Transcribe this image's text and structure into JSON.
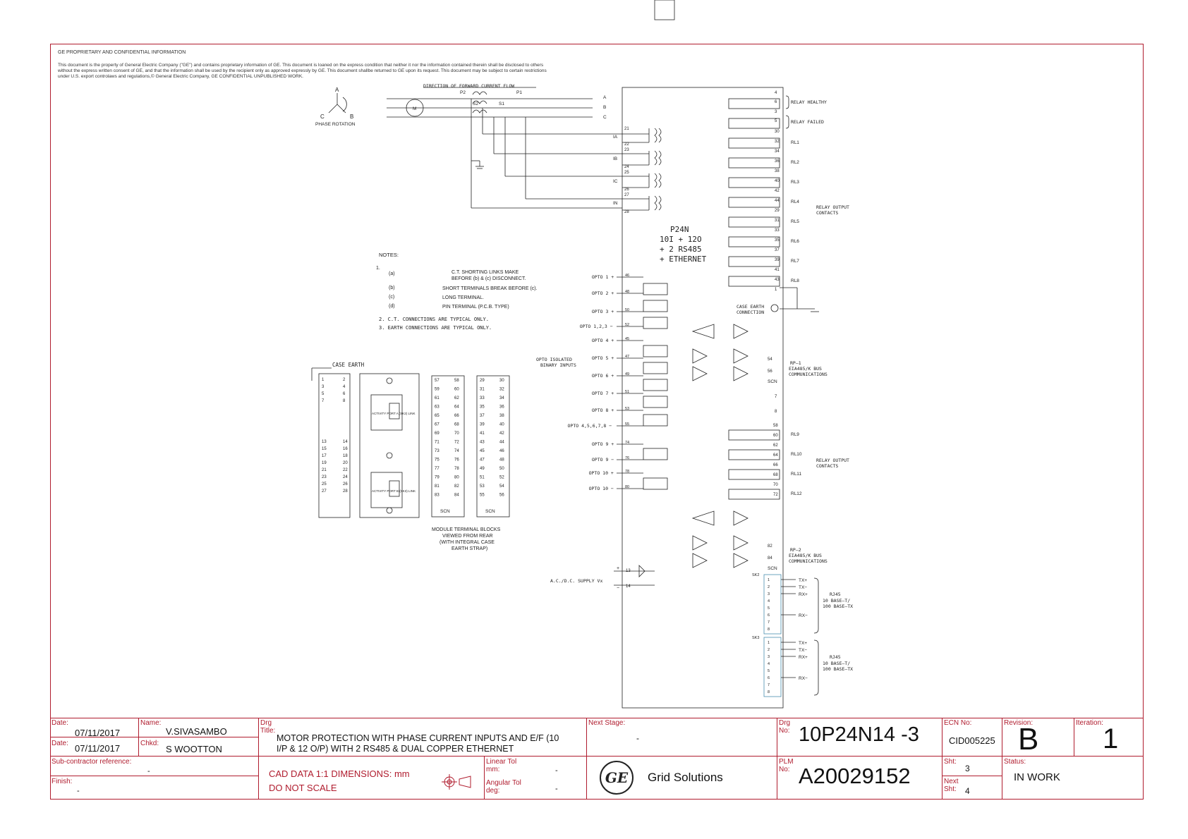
{
  "header": {
    "proprietary_title": "GE PROPRIETARY AND CONFIDENTIAL INFORMATION",
    "proprietary_line1": "This document is the property of General Electric Company (\"GE\") and contains proprietary information of GE. This document is loaned on the express condition that neither it nor the information contained therein shall be disclosed to others",
    "proprietary_line2": "without the express written consent of GE, and that the information shall be used by the recipient only as approved expressly by GE. This document shallbe returned to GE upon its request. This document may be subject to certain restrictions",
    "proprietary_line3": "under U.S. export controlaws and regulations,© General Electric Company, GE CONFIDENTIAL UNPUBLISHED WORK."
  },
  "phase": {
    "a": "A",
    "b": "B",
    "c": "C",
    "label": "PHASE ROTATION"
  },
  "line": {
    "direction": "DIRECTION  OF  FORWARD  CURRENT  FLOW",
    "motor": "M",
    "p1": "P1",
    "p2": "P2",
    "s1": "S1",
    "s2": "S2",
    "phase_a": "A",
    "phase_b": "B",
    "phase_c": "C"
  },
  "ct_inputs": {
    "labels": [
      "IA",
      "IB",
      "IC",
      "IN"
    ],
    "terminals": [
      "21",
      "22",
      "23",
      "24",
      "25",
      "26",
      "27",
      "28"
    ]
  },
  "device": {
    "name": "P24N",
    "line1": "10I  +  12O",
    "line2": "+  2  RS485",
    "line3": "+  ETHERNET"
  },
  "notes": {
    "title": "NOTES:",
    "n1": "1.",
    "a_tag": "(a)",
    "a_text1": "C.T. SHORTING LINKS MAKE",
    "a_text2": "BEFORE (b) & (c) DISCONNECT.",
    "b_tag": "(b)",
    "b_text": "SHORT TERMINALS BREAK BEFORE (c).",
    "c_tag": "(c)",
    "c_text": "LONG TERMINAL.",
    "d_tag": "(d)",
    "d_text": "PIN TERMINAL (P.C.B. TYPE)",
    "n2": "2.  C.T.  CONNECTIONS  ARE  TYPICAL  ONLY.",
    "n3": "3.  EARTH  CONNECTIONS  ARE  TYPICAL  ONLY."
  },
  "relays": {
    "healthy": "RELAY  HEALTHY",
    "failed": "RELAY  FAILED",
    "rl": [
      "RL1",
      "RL2",
      "RL3",
      "RL4",
      "RL5",
      "RL6",
      "RL7",
      "RL8"
    ],
    "rl2": [
      "RL9",
      "RL10",
      "RL11",
      "RL12"
    ],
    "output_label1": "RELAY  OUTPUT",
    "output_label2": "CONTACTS",
    "terminals_top": [
      "4",
      "6",
      "3",
      "5",
      "30",
      "32",
      "34",
      "36",
      "38",
      "40",
      "42",
      "44",
      "29",
      "31",
      "33",
      "35",
      "37",
      "39",
      "41",
      "43",
      "1"
    ],
    "terminals_bot": [
      "58",
      "60",
      "62",
      "64",
      "66",
      "68",
      "70",
      "72"
    ]
  },
  "case_earth_conn": {
    "l1": "CASE  EARTH",
    "l2": "CONNECTION"
  },
  "optos": {
    "labels": [
      "OPTO  1",
      "OPTO  2",
      "OPTO  3",
      "OPTO  1,2,3",
      "OPTO  4",
      "OPTO  5",
      "OPTO  6",
      "OPTO  7",
      "OPTO  8",
      "OPTO  4,5,6,7,8",
      "OPTO  9",
      "OPTO  9",
      "OPTO  10",
      "OPTO  10"
    ],
    "signs": [
      "+",
      "+",
      "+",
      "−",
      "+",
      "+",
      "+",
      "+",
      "+",
      "−",
      "+",
      "−",
      "+",
      "−"
    ],
    "terminals": [
      "46",
      "48",
      "50",
      "52",
      "45",
      "47",
      "49",
      "51",
      "53",
      "55",
      "74",
      "76",
      "78",
      "80"
    ],
    "isolated1": "OPTO  ISOLATED",
    "isolated2": "BINARY  INPUTS"
  },
  "rp1": {
    "t1": "54",
    "t2": "56",
    "scn": "SCN",
    "name": "RP—1",
    "bus": "EIA485/K  BUS",
    "comm": "COMMUNICATIONS",
    "t7": "7",
    "t8": "8"
  },
  "rp2": {
    "t1": "82",
    "t2": "84",
    "scn": "SCN",
    "name": "RP—2",
    "bus": "EIA485/K  BUS",
    "comm": "COMMUNICATIONS"
  },
  "supply": {
    "label": "A.C./D.C.  SUPPLY  Vx",
    "t1": "13",
    "t2": "14",
    "plus": "+",
    "minus": "−"
  },
  "ethernet": {
    "sk2": "SK2",
    "sk3": "SK3",
    "pins": [
      "1",
      "2",
      "3",
      "4",
      "5",
      "6",
      "7",
      "8"
    ],
    "tx_plus": "TX+",
    "tx_minus": "TX−",
    "rx_plus": "RX+",
    "rx_minus": "RX−",
    "rj45": "RJ45",
    "base1": "10  BASE—T/",
    "base2": "100  BASE—TX"
  },
  "terminal_blocks": {
    "case_earth": "CASE  EARTH",
    "left_col": [
      "1",
      "2",
      "3",
      "4",
      "5",
      "6",
      "7",
      "8",
      "13",
      "14",
      "15",
      "16",
      "17",
      "18",
      "19",
      "20",
      "21",
      "22",
      "23",
      "24",
      "25",
      "26",
      "27",
      "28"
    ],
    "mid_col": [
      "57",
      "58",
      "59",
      "60",
      "61",
      "62",
      "63",
      "64",
      "65",
      "66",
      "67",
      "68",
      "69",
      "70",
      "71",
      "72",
      "73",
      "74",
      "75",
      "76",
      "77",
      "78",
      "79",
      "80",
      "81",
      "82",
      "83",
      "84"
    ],
    "right_col": [
      "29",
      "30",
      "31",
      "32",
      "33",
      "34",
      "35",
      "36",
      "37",
      "38",
      "39",
      "40",
      "41",
      "42",
      "43",
      "44",
      "45",
      "46",
      "47",
      "48",
      "49",
      "50",
      "51",
      "52",
      "53",
      "54",
      "55",
      "56"
    ],
    "scn": "SCN",
    "port_a": "ACTIVITY PORT A (SK2) LINK",
    "port_b": "ACTIVITY PORT B (SK3) LINK",
    "caption1": "MODULE TERMINAL BLOCKS",
    "caption2": "VIEWED FROM REAR",
    "caption3": "(WITH INTEGRAL CASE",
    "caption4": "EARTH STRAP)"
  },
  "title_block": {
    "date_label": "Date:",
    "date1": "07/11/2017",
    "name_label": "Name:",
    "name": "V.SIVASAMBO",
    "date2": "07/11/2017",
    "chkd_label": "Chkd:",
    "chkd": "S WOOTTON",
    "drg_title_label": "Drg\nTitle:",
    "title1": "MOTOR PROTECTION WITH PHASE CURRENT INPUTS AND E/F (10",
    "title2": "I/P & 12 O/P) WITH 2 RS485 & DUAL COPPER ETHERNET",
    "next_stage_label": "Next Stage:",
    "next_stage": "-",
    "drg_no_label": "Drg\nNo:",
    "drg_no": "10P24N14 -3",
    "ecn_label": "ECN No:",
    "ecn": "CID005225",
    "revision_label": "Revision:",
    "revision": "B",
    "iteration_label": "Iteration:",
    "iteration": "1",
    "subcon_label": "Sub-contractor reference:",
    "subcon": "-",
    "finish_label": "Finish:",
    "finish": "-",
    "cad1": "CAD DATA 1:1  DIMENSIONS: mm",
    "cad2": "DO NOT SCALE",
    "lin_tol_label": "Linear Tol\nmm:",
    "lin_tol": "-",
    "ang_tol_label": "Angular Tol\ndeg:",
    "ang_tol": "-",
    "company": "Grid Solutions",
    "logo": "GE",
    "plm_label": "PLM\nNo:",
    "plm": "A20029152",
    "sht_label": "Sht:",
    "sht": "3",
    "next_sht_label": "Next\nSht:",
    "next_sht": "4",
    "status_label": "Status:",
    "status": "IN WORK"
  },
  "colors": {
    "border": "#b01c2e",
    "line": "#222222"
  }
}
